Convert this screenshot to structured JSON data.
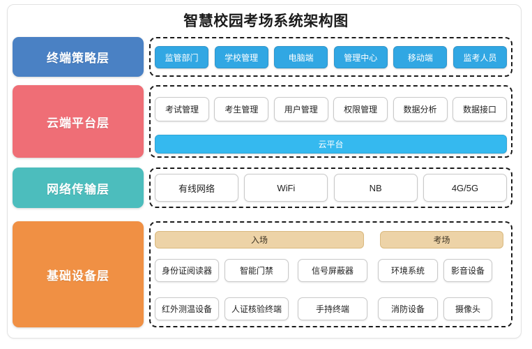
{
  "title": "智慧校园考场系统架构图",
  "layers": [
    {
      "key": "terminal",
      "label": "终端策略层",
      "color": "#4a81c4",
      "items": [
        "监管部门",
        "学校管理",
        "电脑端",
        "管理中心",
        "移动端",
        "监考人员"
      ]
    },
    {
      "key": "cloud",
      "label": "云端平台层",
      "color": "#ef6e76",
      "items": [
        "考试管理",
        "考生管理",
        "用户管理",
        "权限管理",
        "数据分析",
        "数据接口"
      ],
      "platform_bar": "云平台",
      "platform_bar_color": "#35b9ef"
    },
    {
      "key": "network",
      "label": "网络传输层",
      "color": "#4cbdbd",
      "items": [
        "有线网络",
        "WiFi",
        "NB",
        "4G/5G"
      ]
    },
    {
      "key": "base",
      "label": "基础设备层",
      "color": "#f09044",
      "groups": [
        {
          "name": "入场",
          "color": "#edd3a7"
        },
        {
          "name": "考场",
          "color": "#edd3a7"
        }
      ],
      "row1": [
        "身份证阅读器",
        "智能门禁",
        "信号屏蔽器",
        "环境系统",
        "影音设备"
      ],
      "row2": [
        "红外测温设备",
        "人证核验终端",
        "手持终端",
        "消防设备",
        "摄像头"
      ]
    }
  ],
  "chip_colors": {
    "terminal_chip": "#31a7e3",
    "white_chip_border": "#c9c9c9",
    "dashed_border": "#1a1a1a"
  }
}
